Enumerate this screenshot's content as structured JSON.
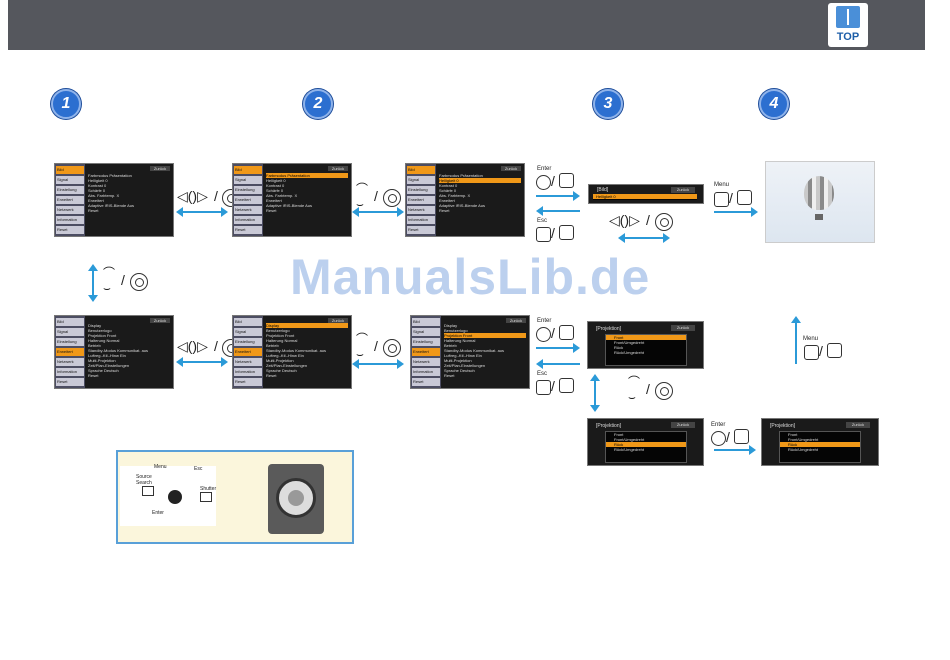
{
  "header": {
    "top_label": "TOP"
  },
  "watermark": "ManualsLib.de",
  "steps": [
    "1",
    "2",
    "3",
    "4"
  ],
  "menu_side": [
    "Bild",
    "Signal",
    "Einstellung",
    "Erweitert",
    "Netzwerk",
    "Information",
    "Reset"
  ],
  "menu_bild": {
    "back": "Zurück",
    "lines": [
      "Farbmodus                Präsentation",
      "Helligkeit              0",
      "Kontrast                 0",
      "Schärfe                  0",
      "Abs. Farbtemp.           X",
      "Erweitert",
      "Adaptive IRIS-Blende   Aus",
      "Reset"
    ]
  },
  "menu_erweitert": {
    "back": "Zurück",
    "lines": [
      "Display",
      "Benutzerlogo",
      "Projektion              Front",
      "Halterung               Normal",
      "Betrieb",
      "Standby-Modus     Kommunikat. aus",
      "Luftreg.-Ktl.-Hinw    Ein",
      "Multi-Projektion",
      "Zeit/Plan-Einstellungen",
      "Sprache                  Deutsch",
      "Reset"
    ]
  },
  "dlg_helligkeit": {
    "title": "[Bild]",
    "back": "Zurück",
    "row": "Helligkeit          0"
  },
  "dlg_projektion": {
    "title": "[Projektion]",
    "back": "Zurück",
    "options": [
      "Front",
      "Front/Umgedreht",
      "Rück",
      "Rück/Umgedreht"
    ]
  },
  "keys": {
    "enter": "Enter",
    "esc": "Esc",
    "menu": "Menu",
    "source_search": "Source Search",
    "shutter": "Shutter"
  },
  "colors": {
    "accent": "#2b9ad8",
    "highlight": "#f09818",
    "header": "#55575d"
  }
}
